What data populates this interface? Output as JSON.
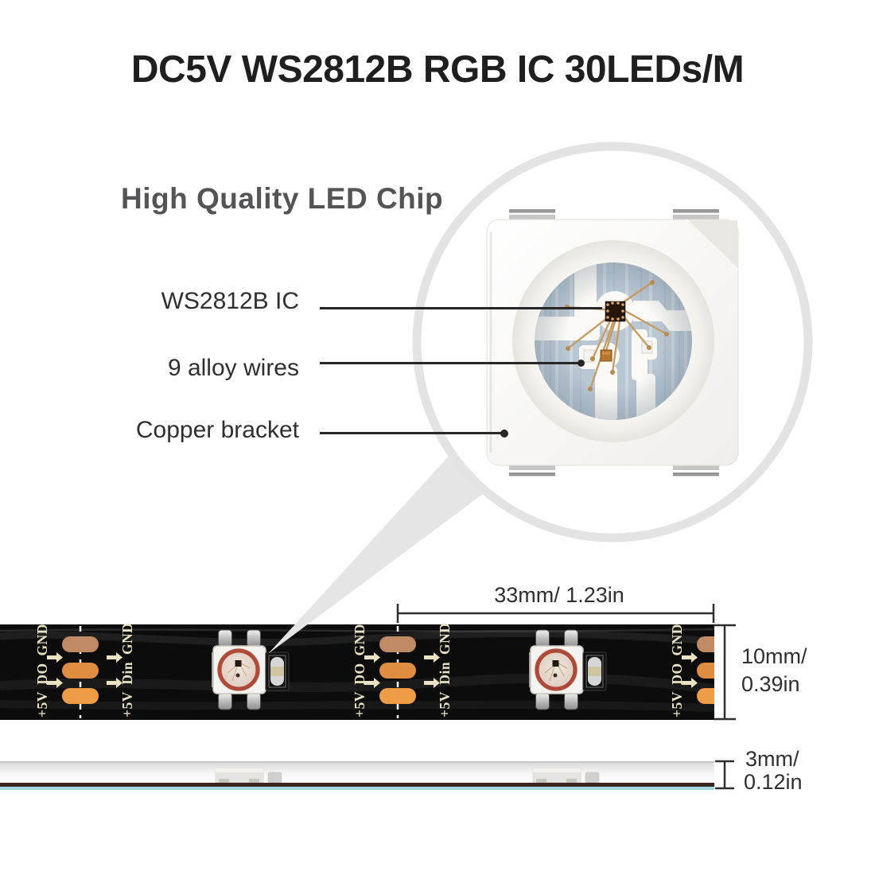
{
  "title": "DC5V WS2812B RGB IC 30LEDs/M",
  "section_heading": "High Quality LED Chip",
  "callouts": [
    {
      "label": "WS2812B IC"
    },
    {
      "label": "9 alloy wires"
    },
    {
      "label": "Copper bracket"
    }
  ],
  "strip": {
    "left_pinout": "+5V DO GND",
    "right_pinout": "+5V Din GND"
  },
  "dimensions": {
    "led_pitch": "33mm/ 1.23in",
    "strip_width_line1": "10mm/",
    "strip_width_line2": "0.39in",
    "strip_thickness_line1": "3mm/",
    "strip_thickness_line2": "0.12in"
  },
  "colors": {
    "pcb_black": "#0c0c0c",
    "pad_copper": "#ee9c45",
    "pad_copper_mid": "#df8e41",
    "pad_copper_top": "#c08a65",
    "silk_cream": "#eae2c2",
    "led_ring_red": "#b04a38",
    "chip_metal_blue": "#b9c7d3",
    "bond_wire_gold": "#c69a62",
    "backing_blue": "#a5d6e6",
    "pcb_side_brown": "#3a241b",
    "magnifier_gray": "#e3e3e3"
  }
}
